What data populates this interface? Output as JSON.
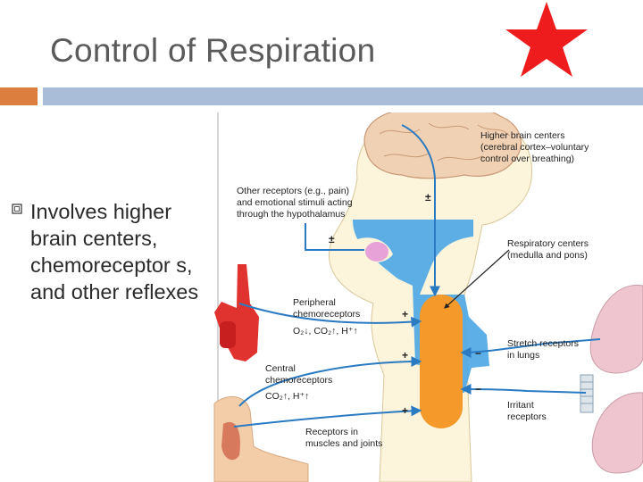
{
  "slide": {
    "title": "Control of Respiration",
    "accent_orange": "#dc7f3e",
    "accent_blue": "#a9bdd8",
    "bullet": "Involves higher brain centers, chemoreceptor s, and other reflexes"
  },
  "diagram": {
    "labels": {
      "higher_brain": [
        "Higher brain centers",
        "(cerebral cortex–voluntary",
        "control over breathing)"
      ],
      "other_receptors": [
        "Other receptors (e.g., pain)",
        "and emotional stimuli acting",
        "through the hypothalamus"
      ],
      "respiratory_centers": [
        "Respiratory centers",
        "(medulla and pons)"
      ],
      "peripheral": [
        "Peripheral",
        "chemoreceptors"
      ],
      "peripheral_stimuli": "O₂↓, CO₂↑, H⁺↑",
      "stretch": [
        "Stretch receptors",
        "in lungs"
      ],
      "central": [
        "Central",
        "chemoreceptors"
      ],
      "central_stimuli": "CO₂↑, H⁺↑",
      "irritant": [
        "Irritant",
        "receptors"
      ],
      "muscles": [
        "Receptors in",
        "muscles and joints"
      ]
    },
    "signs": {
      "higher": "±",
      "other": "±",
      "peripheral": "+",
      "central": "+",
      "muscles": "+",
      "stretch": "−",
      "irritant": "−"
    }
  }
}
